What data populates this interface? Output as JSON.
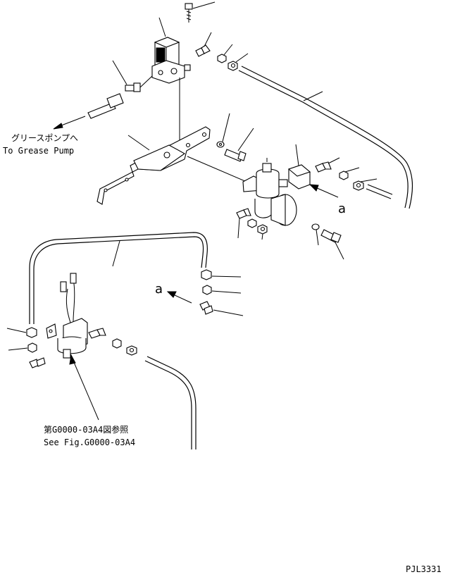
{
  "labels": {
    "grease_pump_jp": "グリースポンプへ",
    "grease_pump_en": "To Grease Pump",
    "see_fig_jp": "第G0000-03A4図参照",
    "see_fig_en": "See Fig.G0000-03A4",
    "arrow_a_upper": "a",
    "arrow_a_lower": "a",
    "drawing_code": "PJL3331"
  }
}
